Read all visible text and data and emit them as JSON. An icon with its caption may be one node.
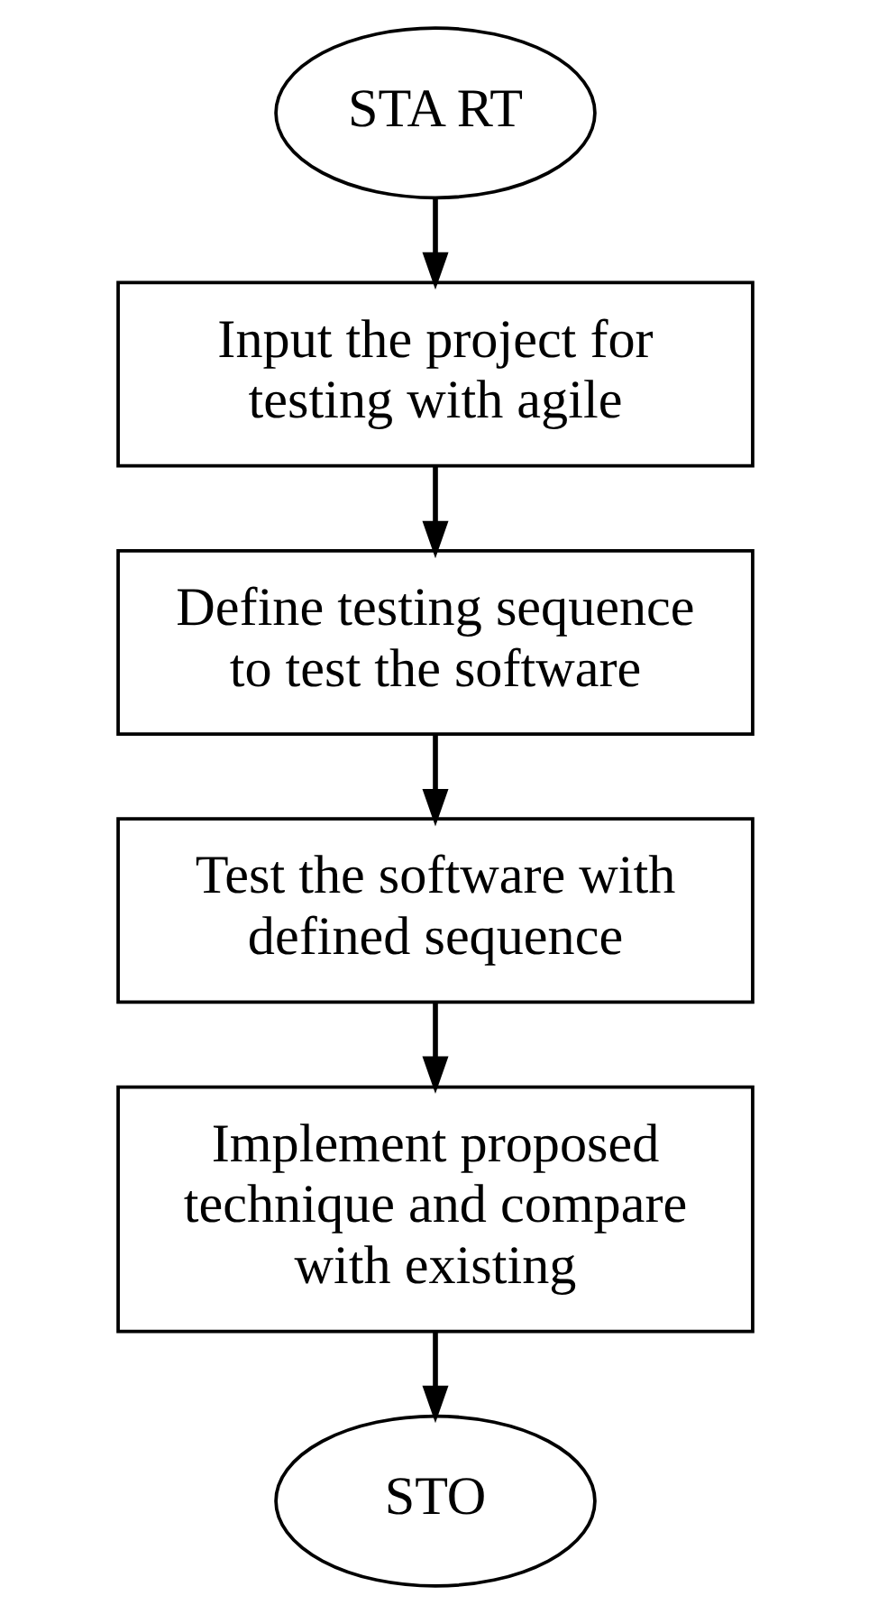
{
  "diagram": {
    "nodes": [
      {
        "text": [
          "STA RT"
        ]
      },
      {
        "text": [
          "Input the project for testing with agile"
        ]
      },
      {
        "text": [
          "Define testing sequence to test the software"
        ]
      },
      {
        "text": [
          "Test the software with defined sequence"
        ]
      },
      {
        "text": [
          "Implement proposed technique and compare with existing"
        ]
      },
      {
        "text": [
          "STO"
        ]
      }
    ],
    "edges": [
      {
        "from": 0,
        "to": 1,
        "arrow": "to"
      },
      {
        "from": 1,
        "to": 2,
        "arrow": "to"
      },
      {
        "from": 2,
        "to": 3,
        "arrow": "to"
      },
      {
        "from": 3,
        "to": 4,
        "arrow": "to"
      },
      {
        "from": 4,
        "to": 5,
        "arrow": "to"
      }
    ]
  }
}
